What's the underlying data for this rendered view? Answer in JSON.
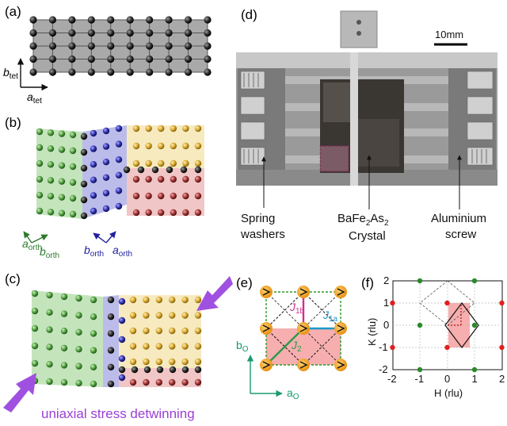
{
  "panels": {
    "a": {
      "label": "(a)",
      "axis_b": "b",
      "axis_b_sub": "tet",
      "axis_a": "a",
      "axis_a_sub": "tet"
    },
    "b": {
      "label": "(b)",
      "green_a": "a",
      "green_a_sub": "orth",
      "green_b": "b",
      "green_b_sub": "orth",
      "blue_b": "b",
      "blue_b_sub": "orth",
      "blue_a": "a",
      "blue_a_sub": "orth"
    },
    "c": {
      "label": "(c)",
      "stress_text": "uniaxial stress detwinning"
    },
    "d": {
      "label": "(d)",
      "scale": "10mm",
      "callout_left": [
        "Spring",
        "washers"
      ],
      "callout_mid_1": "BaFe",
      "callout_mid_sub1": "2",
      "callout_mid_2": "As",
      "callout_mid_sub2": "2",
      "callout_mid_line2": "Crystal",
      "callout_right": [
        "Aluminium",
        "screw"
      ]
    },
    "e": {
      "label": "(e)",
      "j1b": "J",
      "j1b_sub": "1b",
      "j1a": "J",
      "j1a_sub": "1a",
      "j2": "J",
      "j2_sub": "2",
      "b_axis": "b",
      "b_sub": "O",
      "a_axis": "a",
      "a_sub": "O"
    },
    "f": {
      "label": "(f)",
      "xlabel": "H (rlu)",
      "ylabel": "K (rlu)",
      "xticks": [
        "-2",
        "-1",
        "0",
        "1",
        "2"
      ],
      "yticks": [
        "2",
        "1",
        "0",
        "-1",
        "-2"
      ]
    }
  },
  "colors": {
    "green": "#5aa64a",
    "blue": "#3c3cb0",
    "gold": "#d4a32a",
    "red": "#9c3030",
    "black_atom": "#2a2a2a",
    "grey_atom": "#444444",
    "pink": "#f4a0a0",
    "purple": "#9b3fd6",
    "orange": "#f0a020"
  }
}
